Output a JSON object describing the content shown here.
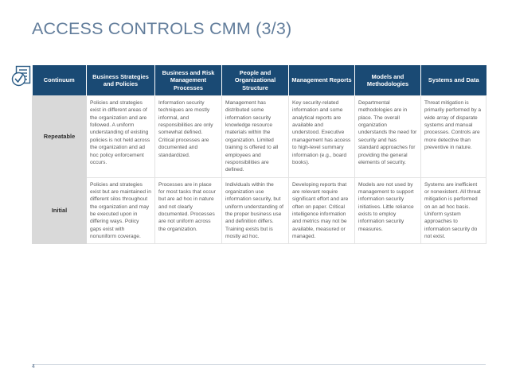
{
  "slide": {
    "title": "ACCESS CONTROLS CMM (3/3)",
    "page_number": "4",
    "accent_color": "#1a4a74",
    "title_color": "#627d9b",
    "label_cell_color": "#d9d9d9"
  },
  "icon": {
    "name": "checklist-document-icon"
  },
  "table": {
    "headers": [
      "Continuum",
      "Business Strategies and Policies",
      "Business and Risk Management Processes",
      "People and Organizational Structure",
      "Management Reports",
      "Models and Methodologies",
      "Systems and Data"
    ],
    "rows": [
      {
        "level": "Repeatable",
        "cells": [
          "Policies and strategies exist in different areas of the organization and are followed. A uniform understanding of existing policies is not held across the organization and ad hoc policy enforcement occurs.",
          "Information security techniques are mostly informal, and responsibilities are only somewhat defined. Critical processes are documented and standardized.",
          "Management has distributed some information security knowledge resource materials within the organization. Limited training is offered to all employees and responsibilities are defined.",
          "Key security-related information and some analytical reports are available and understood. Executive management has access to high-level summary information (e.g., board books).",
          "Departmental methodologies are in place. The overall organization understands the need for security and has standard approaches for providing the general elements of security.",
          "Threat mitigation is primarily performed by a wide array of disparate systems and manual processes. Controls are more detective than preventive in nature."
        ]
      },
      {
        "level": "Initial",
        "cells": [
          "Policies and strategies exist but are maintained in different silos throughout the organization and may be executed upon in differing ways. Policy gaps exist with nonuniform coverage.",
          "Processes are in place for most tasks that occur but are ad hoc in nature and not clearly documented. Processes are not uniform across the organization.",
          "Individuals within the organization use information security, but uniform understanding of the proper business use and definition differs. Training exists but is mostly ad hoc.",
          "Developing reports that are relevant require significant effort and are often on paper. Critical intelligence information and metrics may not be available, measured or managed.",
          "Models are not used by management to support information security initiatives. Little reliance exists to employ information security measures.",
          "Systems are inefficient or nonexistent. All threat mitigation is performed on an ad hoc basis. Uniform system approaches to information security do not exist."
        ]
      }
    ]
  }
}
